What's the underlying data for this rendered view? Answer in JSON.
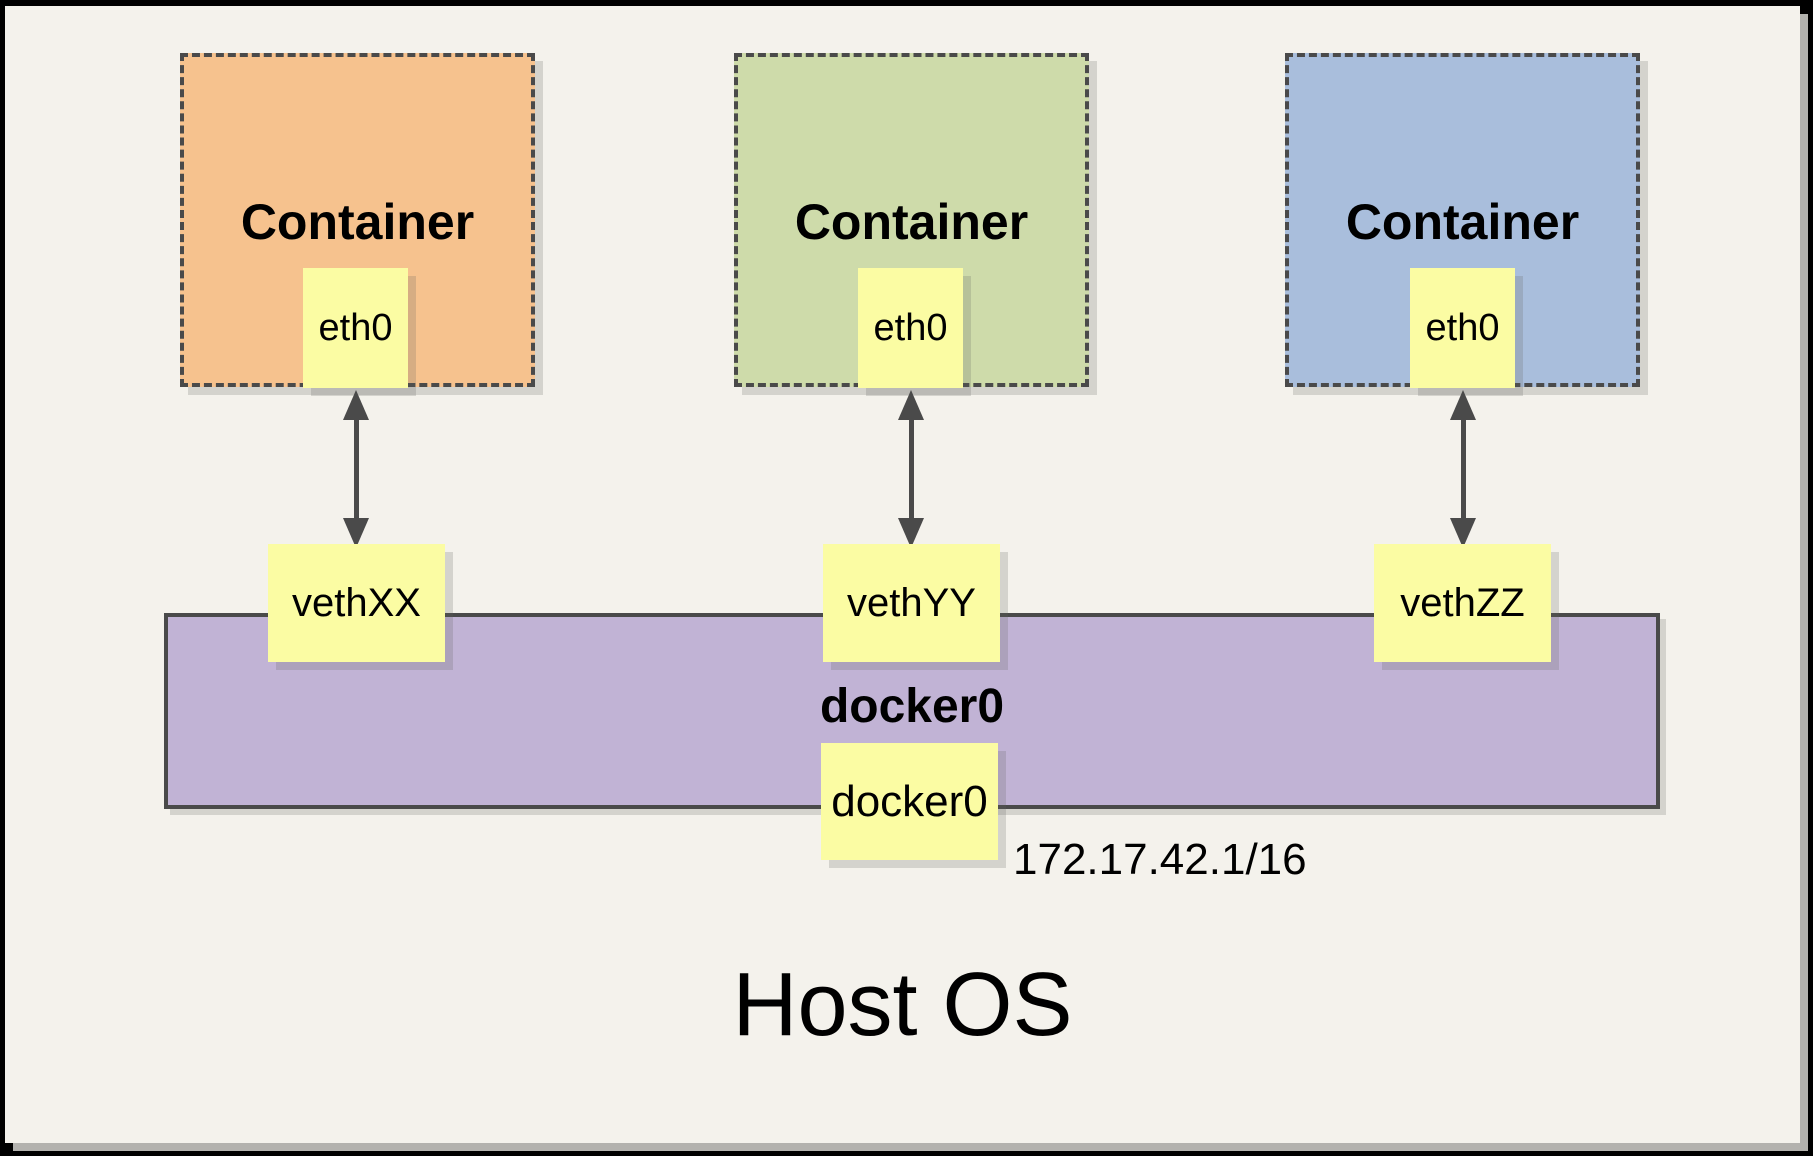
{
  "diagram_title": "Host OS",
  "colors": {
    "frame_black": "#000000",
    "background": "#F4F2EC",
    "panel_shadow": "#B3B2AE",
    "soft_shadow": "rgba(100,100,95,0.22)",
    "line_dark": "#4A4A4A",
    "note_yellow": "#FBFCA3",
    "bridge_purple": "#C1B3D5",
    "container_orange": "#F6C28E",
    "container_green": "#CEDBAA",
    "container_blue": "#A9BEDC"
  },
  "containers": [
    {
      "label": "Container",
      "interface_label": "eth0",
      "veth_label": "vethXX",
      "fill": "#F6C28E"
    },
    {
      "label": "Container",
      "interface_label": "eth0",
      "veth_label": "vethYY",
      "fill": "#CEDBAA"
    },
    {
      "label": "Container",
      "interface_label": "eth0",
      "veth_label": "vethZZ",
      "fill": "#A9BEDC"
    }
  ],
  "bridge": {
    "label": "docker0",
    "interface_label": "docker0",
    "ip": "172.17.42.1/16"
  },
  "host": {
    "label": "Host OS"
  }
}
